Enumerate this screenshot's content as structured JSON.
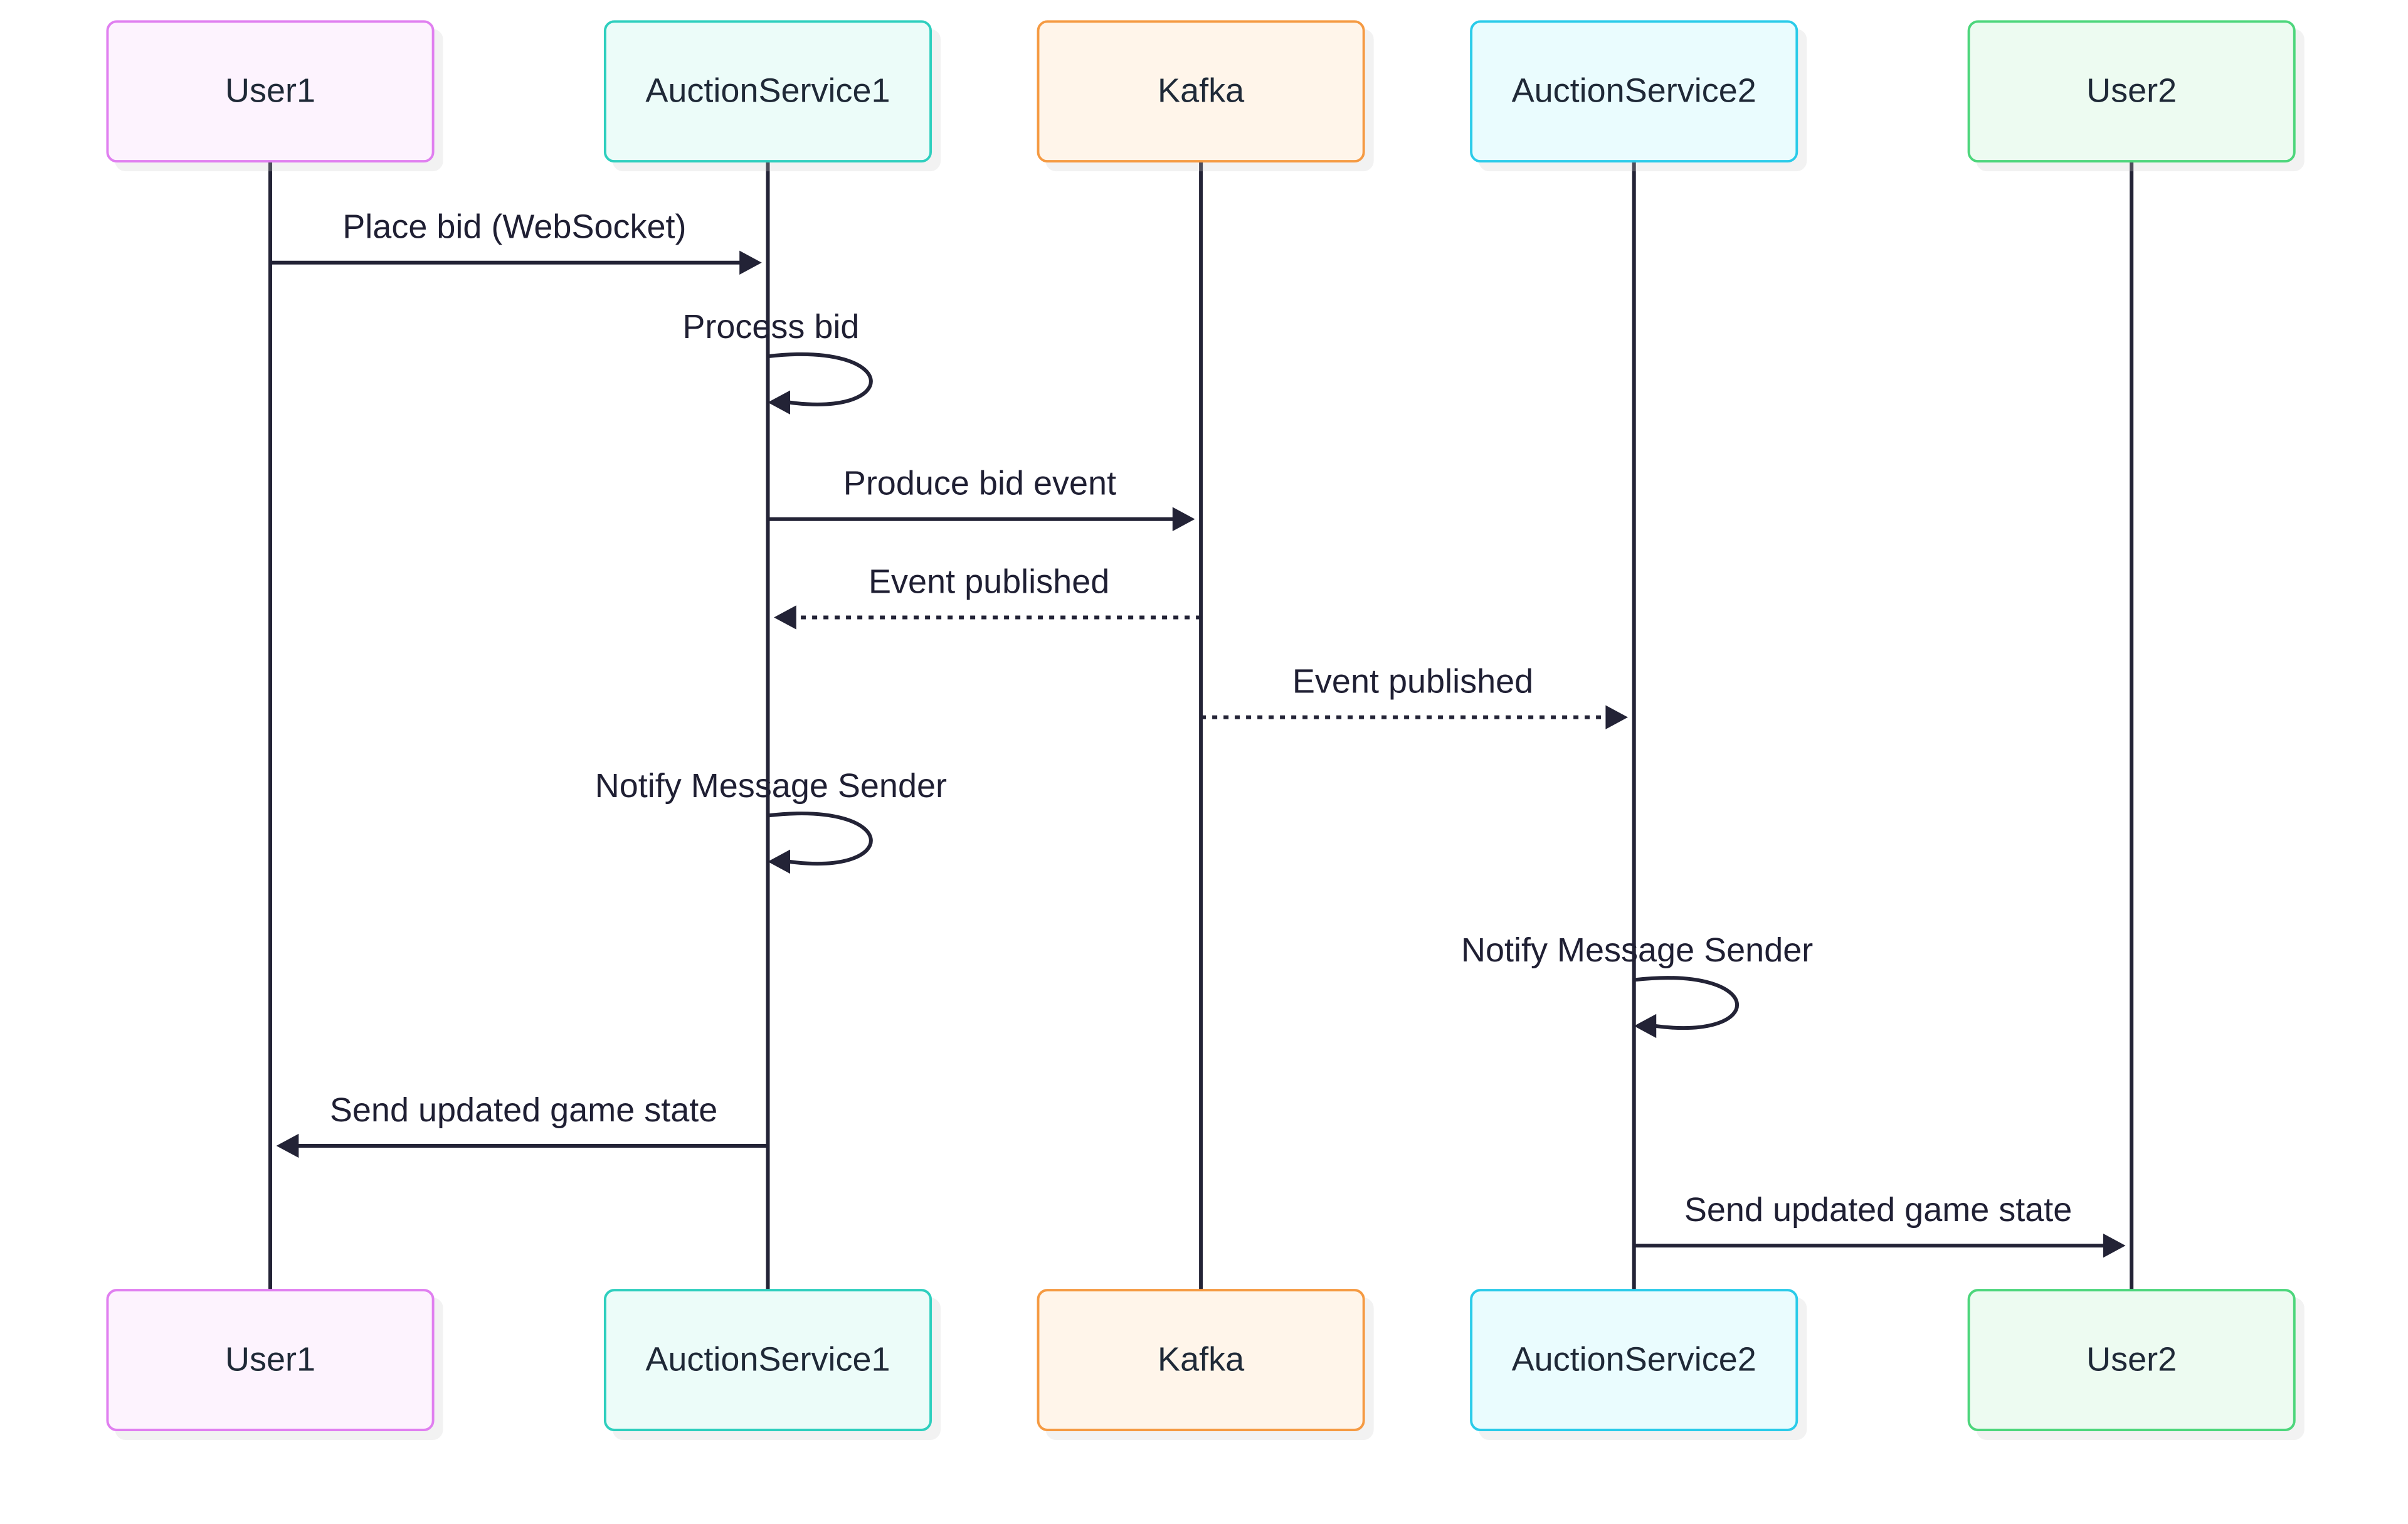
{
  "participants": [
    {
      "id": "user1",
      "label": "User1",
      "border": "#e07ff0",
      "fill": "#fdf3fe"
    },
    {
      "id": "auction1",
      "label": "AuctionService1",
      "border": "#2ecfbe",
      "fill": "#ecfcf9"
    },
    {
      "id": "kafka",
      "label": "Kafka",
      "border": "#f59a42",
      "fill": "#fff5ea"
    },
    {
      "id": "auction2",
      "label": "AuctionService2",
      "border": "#29cbe9",
      "fill": "#eafcfe"
    },
    {
      "id": "user2",
      "label": "User2",
      "border": "#4ed67c",
      "fill": "#edfbf1"
    }
  ],
  "messages": [
    {
      "from": "user1",
      "to": "auction1",
      "label": "Place bid (WebSocket)",
      "style": "solid"
    },
    {
      "from": "auction1",
      "to": "auction1",
      "label": "Process bid",
      "style": "self"
    },
    {
      "from": "auction1",
      "to": "kafka",
      "label": "Produce bid event",
      "style": "solid"
    },
    {
      "from": "kafka",
      "to": "auction1",
      "label": "Event published",
      "style": "dotted"
    },
    {
      "from": "kafka",
      "to": "auction2",
      "label": "Event published",
      "style": "dotted"
    },
    {
      "from": "auction1",
      "to": "auction1",
      "label": "Notify Message Sender",
      "style": "self"
    },
    {
      "from": "auction2",
      "to": "auction2",
      "label": "Notify Message Sender",
      "style": "self"
    },
    {
      "from": "auction1",
      "to": "user1",
      "label": "Send updated game state",
      "style": "solid"
    },
    {
      "from": "auction2",
      "to": "user2",
      "label": "Send updated game state",
      "style": "solid"
    }
  ]
}
